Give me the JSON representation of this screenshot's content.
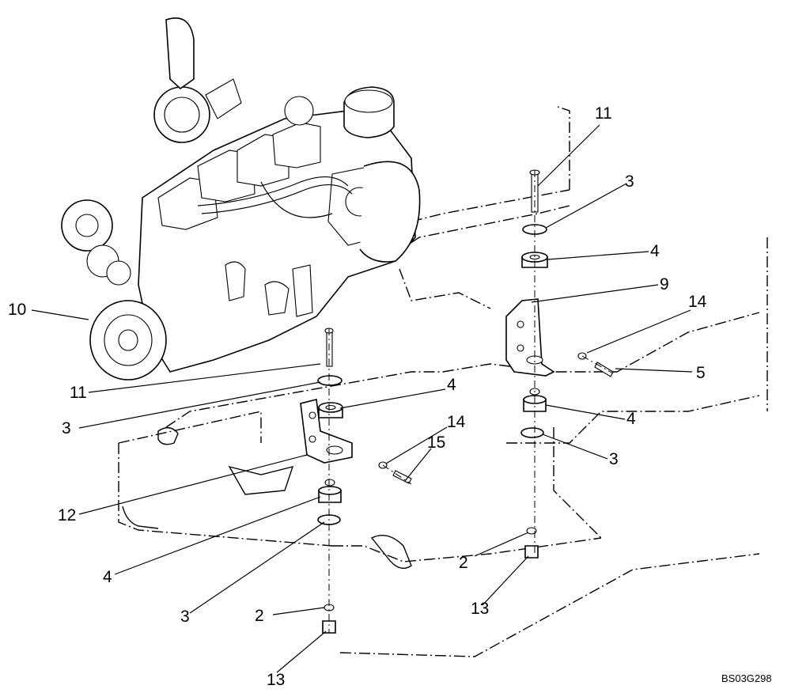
{
  "diagram": {
    "reference_code": "BS03G298",
    "callouts": {
      "c11_top": "11",
      "c3_top": "3",
      "c4_top": "4",
      "c9": "9",
      "c14_right": "14",
      "c5": "5",
      "c10": "10",
      "c11_left": "11",
      "c4_mid_left": "4",
      "c3_mid_left": "3",
      "c14_mid": "14",
      "c15": "15",
      "c4_right_lower": "4",
      "c3_right_lower": "3",
      "c12": "12",
      "c4_low_left": "4",
      "c3_low_left": "3",
      "c2_right": "2",
      "c13_right": "13",
      "c2_left": "2",
      "c13_left": "13"
    }
  }
}
